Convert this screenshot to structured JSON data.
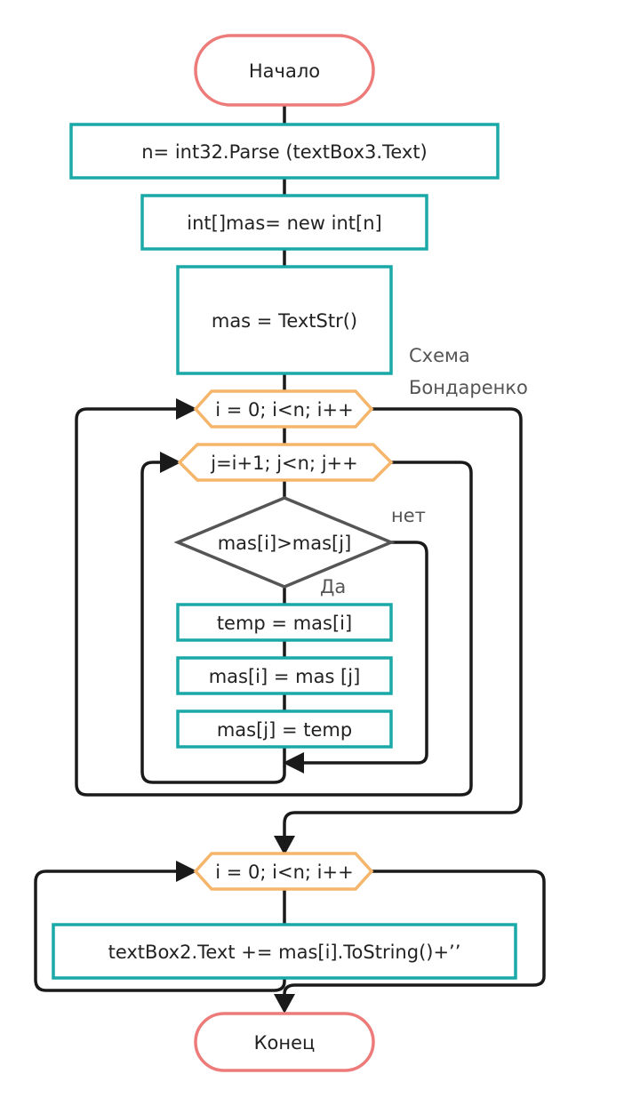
{
  "colors": {
    "terminal_border": "#ec7b79",
    "process_border": "#1aa8a8",
    "loop_border": "#f5b56a",
    "decision_border": "#555555",
    "connector": "#1a1a1a",
    "text": "#222222",
    "annotation_text": "#555555"
  },
  "nodes": {
    "start": "Начало",
    "parse_n": "n= int32.Parse (textBox3.Text)",
    "new_array": "int[]mas= new int[n]",
    "text_str": "mas = TextStr()",
    "loop_i": "i = 0; i<n; i++",
    "loop_j": "j=i+1; j<n; j++",
    "condition": "mas[i]>mas[j]",
    "swap_1": "temp = mas[i]",
    "swap_2": "mas[i] = mas [j]",
    "swap_3": "mas[j] = temp",
    "loop_output": "i = 0; i<n; i++",
    "output": "textBox2.Text += mas[i].ToString()+’’",
    "end": "Конец"
  },
  "labels": {
    "scheme_line1": "Схема",
    "scheme_line2": "Бондаренко",
    "branch_no": "нет",
    "branch_yes": "Да"
  }
}
